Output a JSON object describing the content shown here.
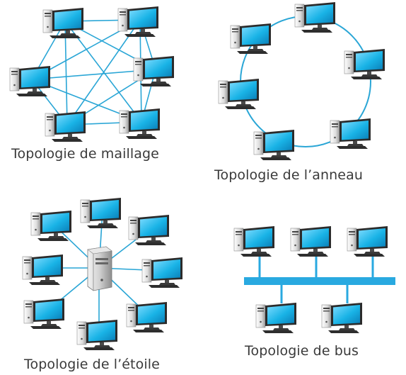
{
  "colors": {
    "link": "#2aa6d6",
    "bus": "#29a9e0",
    "screen": "#19b3e6",
    "screen_dark": "#0b7fb8",
    "case_light": "#f2f2f2",
    "case_dark": "#6b6b6b",
    "caption": "#3a3a3a"
  },
  "diagrams": [
    {
      "key": "mesh",
      "caption": "Topologie de maillage",
      "nodes": [
        "pc",
        "pc",
        "pc",
        "pc",
        "pc",
        "pc"
      ],
      "links": "all-pairs"
    },
    {
      "key": "ring",
      "caption": "Topologie de l’anneau",
      "nodes": [
        "pc",
        "pc",
        "pc",
        "pc",
        "pc",
        "pc"
      ],
      "links": "ring"
    },
    {
      "key": "star",
      "caption": "Topologie de l’étoile",
      "hub": "server-icon",
      "nodes": [
        "pc",
        "pc",
        "pc",
        "pc",
        "pc",
        "pc",
        "pc",
        "pc"
      ],
      "links": "hub-spokes"
    },
    {
      "key": "bus",
      "caption": "Topologie de bus",
      "nodes": [
        "pc",
        "pc",
        "pc",
        "pc",
        "pc"
      ],
      "links": "bus-backbone"
    }
  ]
}
